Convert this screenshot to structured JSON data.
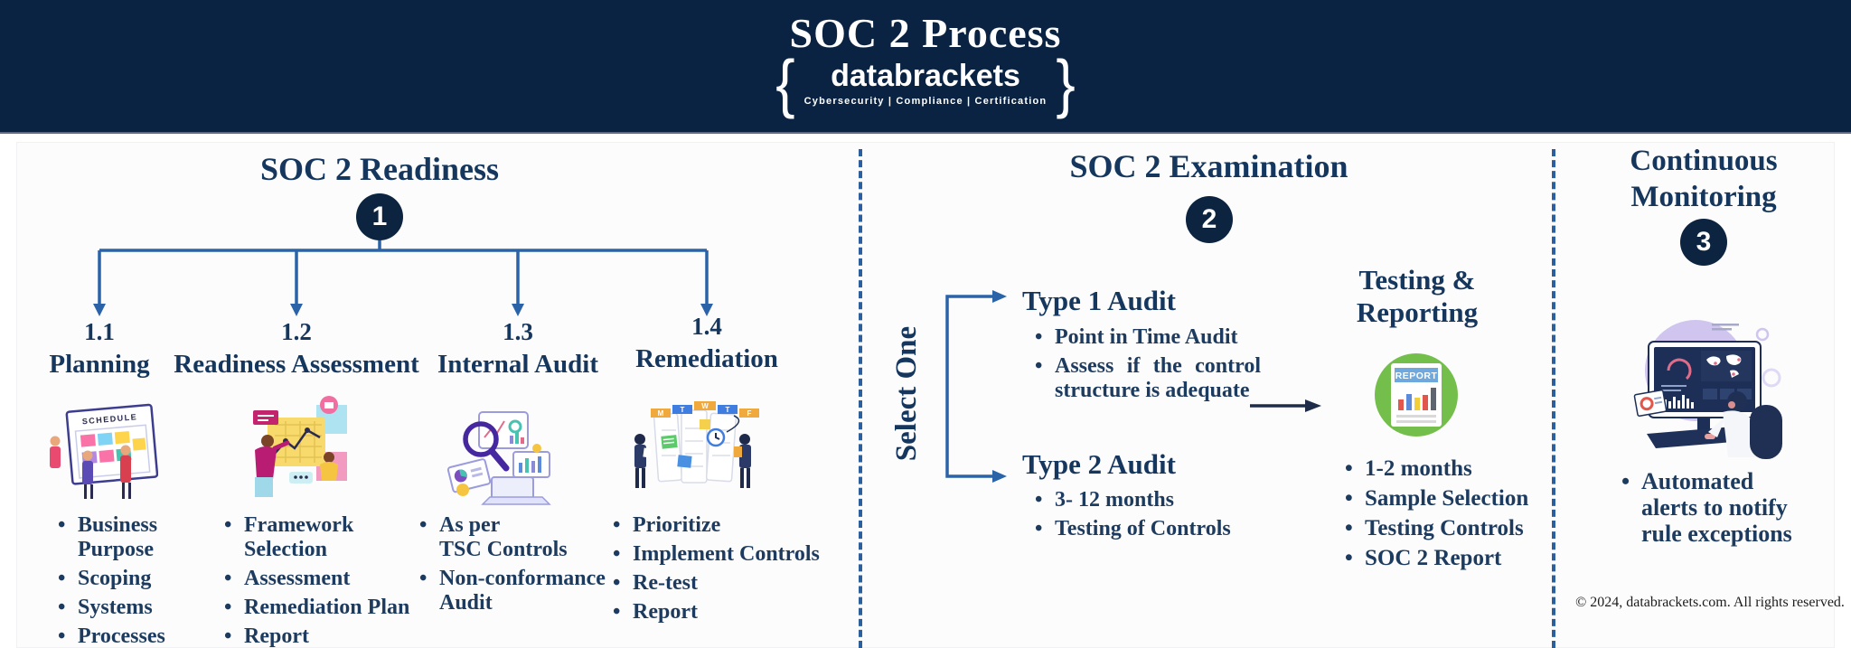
{
  "header": {
    "title": "SOC 2 Process",
    "logo": {
      "left_brace": "{",
      "right_brace": "}",
      "brand": "databrackets",
      "tagline": "Cybersecurity | Compliance | Certification"
    }
  },
  "readiness": {
    "title": "SOC 2 Readiness",
    "badge": "1",
    "columns": [
      {
        "number": "1.1",
        "name": "Planning",
        "icon": "schedule-board-illustration",
        "board_label": "SCHEDULE",
        "bullets": [
          "Business Purpose",
          "Scoping",
          "Systems",
          "Processes"
        ]
      },
      {
        "number": "1.2",
        "name": "Readiness Assessment",
        "icon": "team-assessment-chart-illustration",
        "bullets": [
          "Framework Selection",
          "Assessment",
          "Remediation Plan",
          "Report"
        ]
      },
      {
        "number": "1.3",
        "name": "Internal Audit",
        "icon": "audit-magnifier-illustration",
        "bullets": [
          "As per\nTSC Controls",
          "Non-conformance Audit"
        ]
      },
      {
        "number": "1.4",
        "name": "Remediation",
        "icon": "task-board-calendar-illustration",
        "tab_labels": [
          "M",
          "T",
          "W",
          "T",
          "F"
        ],
        "bullets": [
          "Prioritize",
          "Implement Controls",
          "Re-test",
          "Report"
        ]
      }
    ]
  },
  "examination": {
    "title": "SOC 2 Examination",
    "badge": "2",
    "select_label": "Select One",
    "type1": {
      "name": "Type 1 Audit",
      "bullets": [
        "Point in Time Audit",
        "Assess if the control structure is adequate"
      ]
    },
    "type2": {
      "name": "Type 2 Audit",
      "bullets": [
        "3- 12 months",
        "Testing of Controls"
      ]
    },
    "testing_reporting": {
      "title": "Testing & Reporting",
      "icon": "report-icon",
      "icon_label": "REPORT",
      "bullets": [
        "1-2 months",
        "Sample Selection",
        "Testing Controls",
        "SOC 2 Report"
      ]
    }
  },
  "monitoring": {
    "title": "Continuous Monitoring",
    "badge": "3",
    "icon": "monitoring-dashboard-illustration",
    "bullets": [
      "Automated alerts to notify rule exceptions"
    ]
  },
  "footer": {
    "copyright": "© 2024, databrackets.com. All rights reserved."
  },
  "colors": {
    "header_bg": "#0a2342",
    "heading_navy": "#15365d",
    "body_navy": "#1d3b5e",
    "connector_blue": "#2b63a8",
    "divider_blue": "#2b5f9e",
    "arrow_navy": "#1e2c4a",
    "badge_bg": "#0c2440",
    "report_green": "#74bf4c",
    "report_banner_blue": "#6fa8dc"
  }
}
